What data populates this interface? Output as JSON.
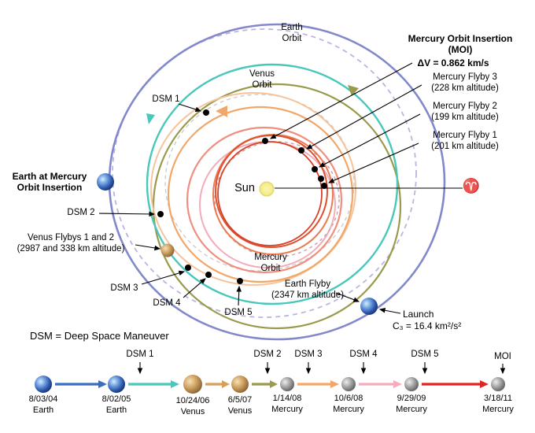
{
  "diagram": {
    "orbit_labels": {
      "earth": "Earth Orbit",
      "venus": "Venus Orbit",
      "mercury": "Mercury Orbit"
    },
    "sun_label": "Sun",
    "aries_symbol": "♈",
    "callouts": {
      "moi_title": "Mercury Orbit Insertion (MOI)",
      "moi_dv": "ΔV = 0.862 km/s",
      "mercury_flyby3_name": "Mercury Flyby 3",
      "mercury_flyby3_alt": "(228 km altitude)",
      "mercury_flyby2_name": "Mercury Flyby 2",
      "mercury_flyby2_alt": "(199 km altitude)",
      "mercury_flyby1_name": "Mercury Flyby 1",
      "mercury_flyby1_alt": "(201 km altitude)",
      "earth_at_moi": "Earth at Mercury Orbit Insertion",
      "venus_flybys_name": "Venus Flybys 1 and 2",
      "venus_flybys_alt": "(2987 and 338 km altitude)",
      "earth_flyby_name": "Earth Flyby",
      "earth_flyby_alt": "(2347 km altitude)",
      "launch_name": "Launch",
      "launch_c3": "C₃ = 16.4 km²/s²",
      "dsm1": "DSM 1",
      "dsm2": "DSM 2",
      "dsm3": "DSM 3",
      "dsm4": "DSM 4",
      "dsm5": "DSM 5"
    },
    "legend": "DSM = Deep Space Maneuver"
  },
  "timeline": {
    "markers": [
      {
        "label": "DSM 1"
      },
      {
        "label": "DSM 2"
      },
      {
        "label": "DSM 3"
      },
      {
        "label": "DSM 4"
      },
      {
        "label": "DSM 5"
      },
      {
        "label": "MOI"
      }
    ],
    "events": [
      {
        "date": "8/03/04",
        "body": "Earth"
      },
      {
        "date": "8/02/05",
        "body": "Earth"
      },
      {
        "date": "10/24/06",
        "body": "Venus"
      },
      {
        "date": "6/5/07",
        "body": "Venus"
      },
      {
        "date": "1/14/08",
        "body": "Mercury"
      },
      {
        "date": "10/6/08",
        "body": "Mercury"
      },
      {
        "date": "9/29/09",
        "body": "Mercury"
      },
      {
        "date": "3/18/11",
        "body": "Mercury"
      }
    ]
  },
  "colors": {
    "earth_orbit": "#8289cb",
    "earth_orbit_dashed": "#bcb4e0",
    "venus_orbit": "#49c7bb",
    "cruise_olive": "#9a9a4e",
    "cruise_orange": "#f2a76a",
    "cruise_salmon": "#ee8f7f",
    "cruise_pink": "#f2acba",
    "mercury_orbit_dashed": "#c7a6b2",
    "moi_red": "#e0502e",
    "timeline_launch_blue": "#3a6fc0",
    "timeline_final_red": "#e02424"
  }
}
